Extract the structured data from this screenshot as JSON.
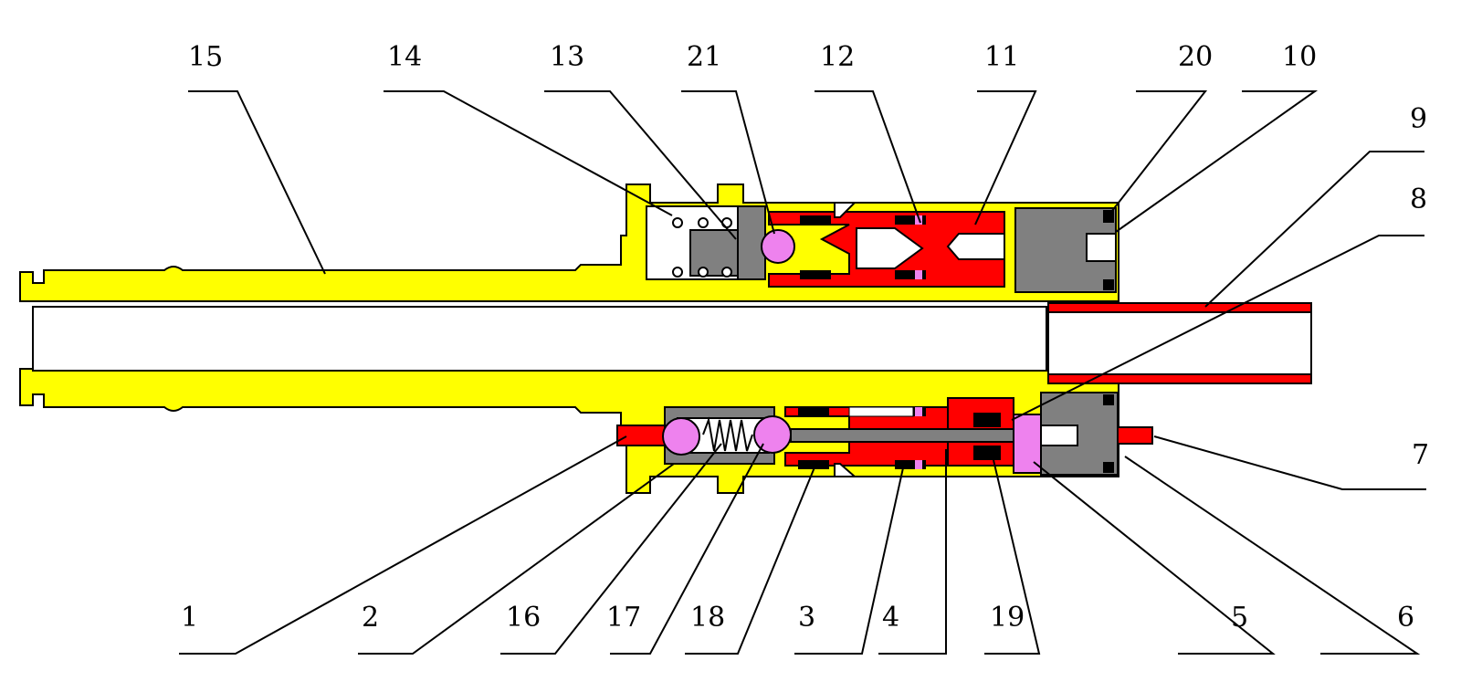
{
  "colors": {
    "housing": "#ffff00",
    "piston": "#ff0000",
    "grey": "#808080",
    "ball": "#ee82ee",
    "seal": "#000000",
    "background": "#ffffff"
  },
  "callouts": [
    {
      "id": "15",
      "text": "15"
    },
    {
      "id": "14",
      "text": "14"
    },
    {
      "id": "13",
      "text": "13"
    },
    {
      "id": "21",
      "text": "21"
    },
    {
      "id": "12",
      "text": "12"
    },
    {
      "id": "11",
      "text": "11"
    },
    {
      "id": "20",
      "text": "20"
    },
    {
      "id": "10",
      "text": "10"
    },
    {
      "id": "9",
      "text": "9"
    },
    {
      "id": "8",
      "text": "8"
    },
    {
      "id": "7",
      "text": "7"
    },
    {
      "id": "1",
      "text": "1"
    },
    {
      "id": "2",
      "text": "2"
    },
    {
      "id": "16",
      "text": "16"
    },
    {
      "id": "17",
      "text": "17"
    },
    {
      "id": "18",
      "text": "18"
    },
    {
      "id": "3",
      "text": "3"
    },
    {
      "id": "4",
      "text": "4"
    },
    {
      "id": "19",
      "text": "19"
    },
    {
      "id": "5",
      "text": "5"
    },
    {
      "id": "6",
      "text": "6"
    }
  ]
}
